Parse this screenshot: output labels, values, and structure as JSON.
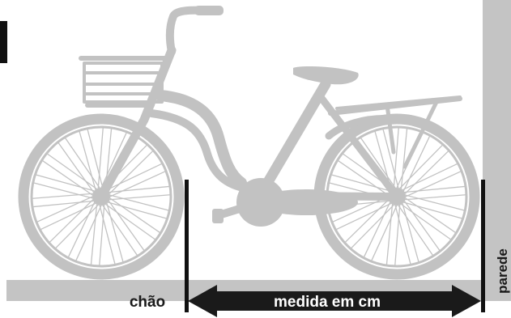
{
  "labels": {
    "floor": "chão",
    "measure": "medida em cm",
    "wall": "parede"
  },
  "colors": {
    "bike": "#c2c2c2",
    "floor": "#c4c4c4",
    "wall": "#c4c4c4",
    "mark_line": "#111111",
    "arrow": "#1a1a1a",
    "arrow_text": "#ffffff",
    "label_text": "#1a1a1a"
  }
}
